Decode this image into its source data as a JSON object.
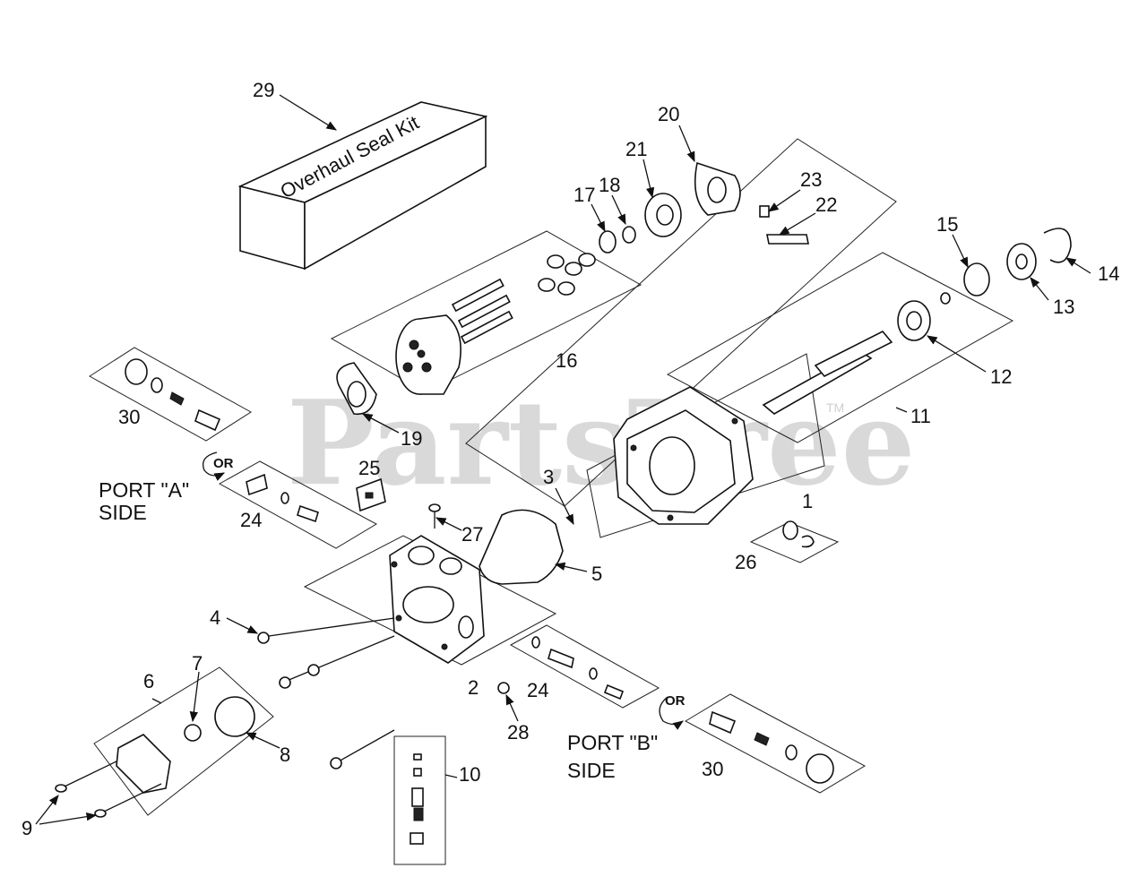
{
  "watermark": {
    "text": "PartsTree",
    "tm": "TM"
  },
  "kit_label": "Overhaul Seal Kit",
  "port_a": {
    "line1": "PORT \"A\"",
    "line2": "SIDE",
    "or": "OR"
  },
  "port_b": {
    "line1": "PORT \"B\"",
    "line2": "SIDE",
    "or": "OR"
  },
  "callouts": {
    "c1": "1",
    "c2": "2",
    "c3": "3",
    "c4": "4",
    "c5": "5",
    "c6": "6",
    "c7": "7",
    "c8": "8",
    "c9": "9",
    "c10": "10",
    "c11": "11",
    "c12": "12",
    "c13": "13",
    "c14": "14",
    "c15": "15",
    "c16": "16",
    "c17": "17",
    "c18": "18",
    "c19": "19",
    "c20": "20",
    "c21": "21",
    "c22": "22",
    "c23": "23",
    "c24a": "24",
    "c24b": "24",
    "c25": "25",
    "c26": "26",
    "c27": "27",
    "c28": "28",
    "c29": "29",
    "c30a": "30",
    "c30b": "30"
  }
}
